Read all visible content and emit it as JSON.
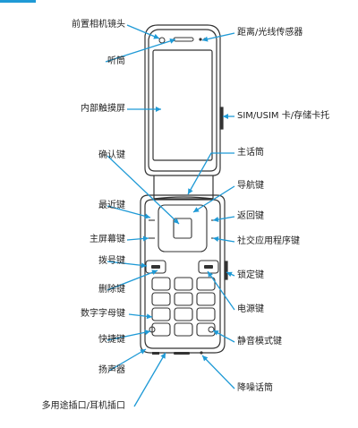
{
  "diagram": {
    "labels_left": [
      "前置相机镜头",
      "听筒",
      "内部触摸屏",
      "确认键",
      "最近键",
      "主屏幕键",
      "拨号键",
      "删除键",
      "数字字母键",
      "快捷键",
      "扬声器",
      "多用途插口/耳机插口"
    ],
    "labels_right": [
      "距离/光线传感器",
      "SIM/USIM 卡/存储卡托",
      "主话筒",
      "导航键",
      "返回键",
      "社交应用程序键",
      "锁定键",
      "电源键",
      "静音模式键",
      "降噪话筒"
    ],
    "colors": {
      "leader": "#1f9ad6",
      "outline": "#333333",
      "accent": "#1f9ad6"
    }
  }
}
